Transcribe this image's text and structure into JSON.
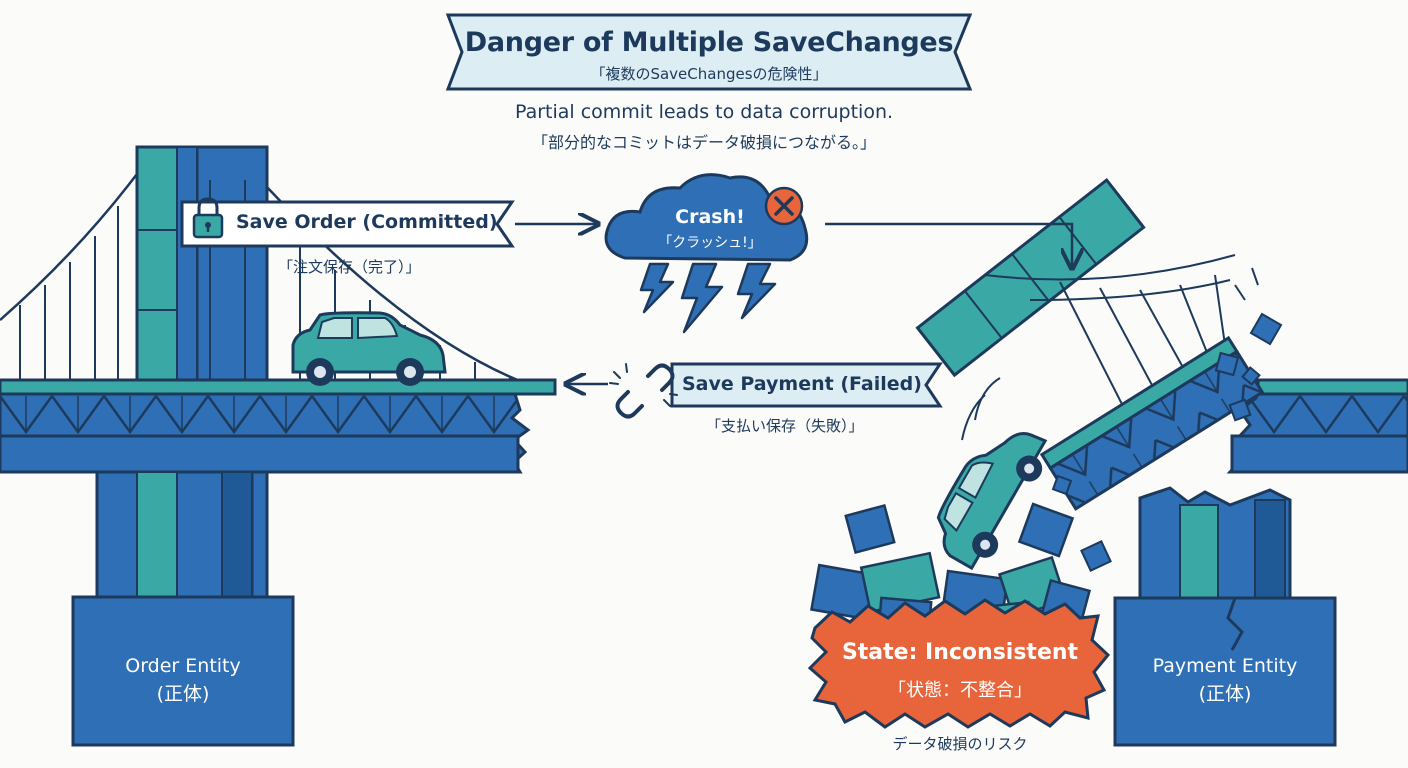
{
  "title": {
    "main": "Danger of Multiple SaveChanges",
    "sub": "「複数のSaveChangesの危険性」"
  },
  "description": {
    "line1": "Partial commit leads to data corruption.",
    "line2": "「部分的なコミットはデータ破損につながる。」"
  },
  "save_order": {
    "label": "Save Order (Committed)",
    "jp": "「注文保存（完了）」"
  },
  "crash": {
    "label": "Crash!",
    "jp": "「クラッシュ!」"
  },
  "save_payment": {
    "label": "Save Payment (Failed)",
    "jp": "「支払い保存（失敗）」"
  },
  "order_entity": {
    "line1": "Order Entity",
    "line2": "(正体)"
  },
  "payment_entity": {
    "line1": "Payment Entity",
    "line2": "(正体)"
  },
  "state": {
    "line1": "State: Inconsistent",
    "line2": "「状態：不整合」",
    "risk": "データ破損のリスク"
  },
  "colors": {
    "bridge_blue": "#2f6fb5",
    "teal": "#3aa9a5",
    "navy": "#1d3a5c",
    "alert_orange": "#e8643a"
  }
}
